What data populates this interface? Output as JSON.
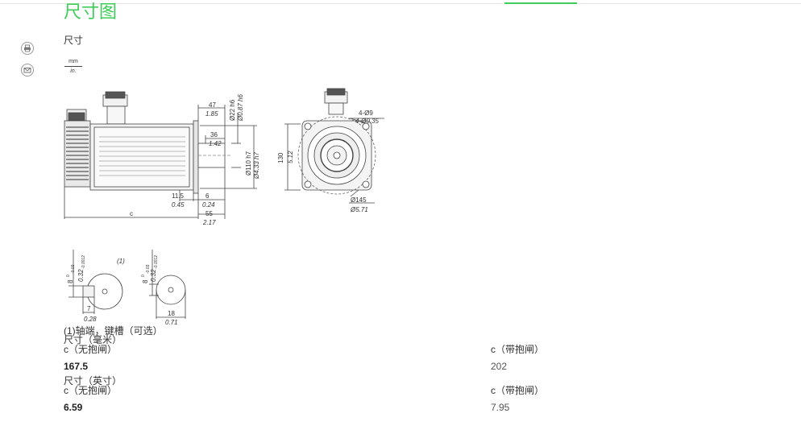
{
  "page": {
    "title": "尺寸图",
    "section_label": "尺寸"
  },
  "colors": {
    "accent": "#3dcd58",
    "text": "#333333",
    "line": "#444444"
  },
  "icons": {
    "print": "print-icon",
    "email": "email-icon"
  },
  "unit_legend": {
    "top": "mm",
    "bottom": "in."
  },
  "drawing": {
    "side_view": {
      "d47": "47",
      "d1_85": "1.85",
      "d36": "36",
      "d1_42": "1.42",
      "shaft_dia_mm": "Ø22 h6",
      "shaft_dia_in": "Ø0.87 h6",
      "pilot_dia_mm": "Ø110 h7",
      "pilot_dia_in": "Ø4.33 h7",
      "d11_5": "11.5",
      "d0_45": "0.45",
      "d6": "6",
      "d0_24": "0.24",
      "d55": "55",
      "d2_17": "2.17",
      "c": "c"
    },
    "front_view": {
      "holes_mm": "4-Ø9",
      "holes_in": "4-Ø0.35",
      "flange_mm": "130",
      "flange_in": "5.12",
      "pcd_mm": "Ø145",
      "pcd_in": "Ø5.71"
    },
    "shaft_end_1": {
      "note": "(1)",
      "tol_top": "0",
      "tol_mm": "8",
      "tol_mm_minus": "-0.03",
      "tol_in": "0.32",
      "tol_in_minus": "-0.0012",
      "key_mm": "7",
      "key_in": "0.28"
    },
    "shaft_end_2": {
      "tol_top": "0",
      "tol_mm": "8",
      "tol_mm_minus": "-0.03",
      "tol_in": "0.32",
      "tol_in_minus": "-0.0012",
      "w_mm": "18",
      "w_in": "0.71"
    }
  },
  "footnote": "(1)轴端，键槽（可选）",
  "tables": [
    {
      "caption": "尺寸（毫米）",
      "headers": [
        "c（无抱闸）",
        "c（带抱闸）"
      ],
      "values": [
        "167.5",
        "202"
      ]
    },
    {
      "caption": "尺寸（英寸）",
      "headers": [
        "c（无抱闸）",
        "c（带抱闸）"
      ],
      "values": [
        "6.59",
        "7.95"
      ]
    }
  ]
}
